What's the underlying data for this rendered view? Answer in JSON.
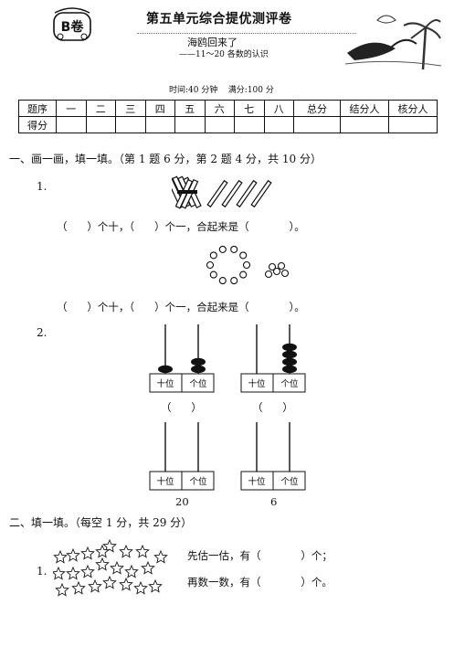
{
  "header": {
    "badge": "B卷",
    "title": "第五单元综合提优测评卷",
    "subtitle": "海鸥回来了",
    "topic": "——11～20 各数的认识",
    "time_info": "时间:40 分钟    满分:100 分"
  },
  "score_table": {
    "row1": [
      "题序",
      "一",
      "二",
      "三",
      "四",
      "五",
      "六",
      "七",
      "八",
      "总分",
      "结分人",
      "核分人"
    ],
    "row2_label": "得分"
  },
  "section1": {
    "title": "一、画一画，填一填。（第 1 题 6 分，第 2 题 4 分，共 10 分）",
    "q1_num": "1.",
    "fill_line_a": "（      ）个十，（      ）个一，合起来是（            ）。",
    "fill_line_b": "（      ）个十，（      ）个一，合起来是（            ）。",
    "q2_num": "2.",
    "abacus": {
      "tens_label": "十位",
      "ones_label": "个位",
      "paren": "（      ）",
      "value_c": "20",
      "value_d": "6",
      "beads": {
        "a_tens": 1,
        "a_ones": 2,
        "b_tens": 0,
        "b_ones": 4
      }
    }
  },
  "section2": {
    "title": "二、填一填。（每空 1 分，共 29 分）",
    "q1_num": "1.",
    "estimate_line": "先估一估，有（            ）个；",
    "count_line": "再数一数，有（            ）个。"
  }
}
